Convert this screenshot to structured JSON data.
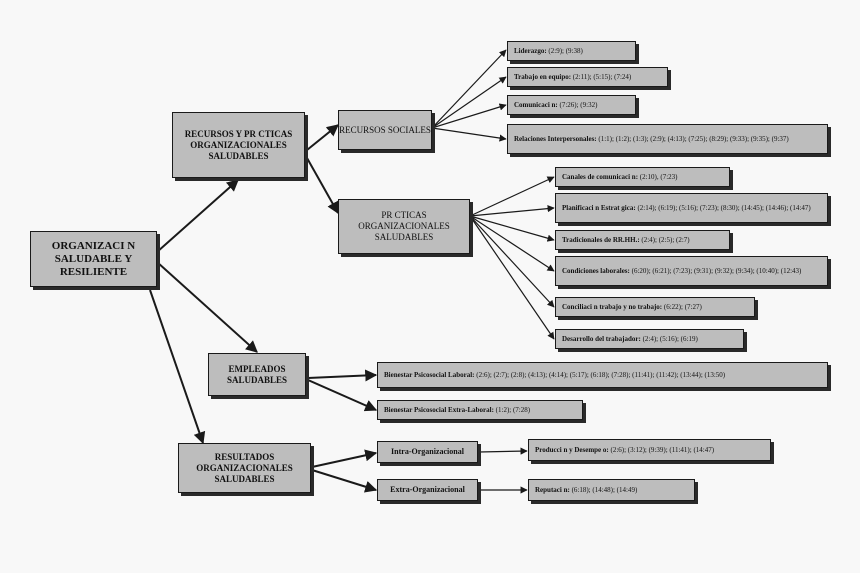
{
  "root": {
    "text": "ORGANIZACI   N SALUDABLE Y RESILIENTE"
  },
  "branches": {
    "recursos_practicas": "RECURSOS Y PR   CTICAS ORGANIZACIONALES SALUDABLES",
    "empleados": "EMPLEADOS SALUDABLES",
    "resultados": "RESULTADOS ORGANIZACIONALES SALUDABLES"
  },
  "sub": {
    "recursos_sociales": "RECURSOS SOCIALES",
    "practicas": "PR   CTICAS ORGANIZACIONALES SALUDABLES",
    "intra": "Intra-Organizacional",
    "extra": "Extra-Organizacional"
  },
  "leaves": {
    "liderazgo": {
      "label": "Liderazgo:",
      "refs": " (2:9); (9:38)"
    },
    "trabajo_equipo": {
      "label": "Trabajo en equipo:",
      "refs": " (2:11); (5:15); (7:24)"
    },
    "comunicacion": {
      "label": "Comunicaci   n:",
      "refs": " (7:26); (9:32)"
    },
    "relaciones": {
      "label": "Relaciones Interpersonales:",
      "refs": " (1:1); (1:2); (1:3); (2:9); (4:13); (7:25); (8:29); (9:33); (9:35); (9:37)"
    },
    "canales": {
      "label": "Canales de comunicaci   n:",
      "refs": " (2:10), (7:23)"
    },
    "planificacion": {
      "label": "Planificaci   n Estrat   gica:",
      "refs": " (2:14); (6:19); (5:16); (7:23); (8:30); (14:45); (14:46); (14:47)"
    },
    "tradicionales": {
      "label": "Tradicionales de RR.HH.:",
      "refs": " (2:4); (2:5); (2:7)"
    },
    "condiciones": {
      "label": "Condiciones laborales:",
      "refs": " (6:20); (6:21); (7:23); (9:31); (9:32); (9:34); (10:40); (12:43)"
    },
    "conciliacion": {
      "label": "Conciliaci   n trabajo y no trabajo:",
      "refs": " (6:22); (7:27)"
    },
    "desarrollo": {
      "label": "Desarrollo del trabajador:",
      "refs": " (2:4); (5:16); (6:19)"
    },
    "bienestar_laboral": {
      "label": "Bienestar Psicosocial Laboral:",
      "refs": " (2:6); (2:7); (2:8); (4:13); (4:14); (5:17); (6:18); (7:28); (11:41); (11:42); (13:44); (13:50)"
    },
    "bienestar_extra": {
      "label": "Bienestar Psicosocial Extra-Laboral:",
      "refs": " (1:2); (7:28)"
    },
    "produccion": {
      "label": "Producci   n y Desempe   o:",
      "refs": " (2:6); (3:12); (9:39); (11:41); (14:47)"
    },
    "reputacion": {
      "label": "Reputaci   n:",
      "refs": " (6:18); (14:48); (14:49)"
    }
  },
  "colors": {
    "box_fill": "#bdbdbd",
    "border": "#1a1a1a",
    "shadow": "#2a2a2a",
    "background": "#f8f8f8"
  }
}
